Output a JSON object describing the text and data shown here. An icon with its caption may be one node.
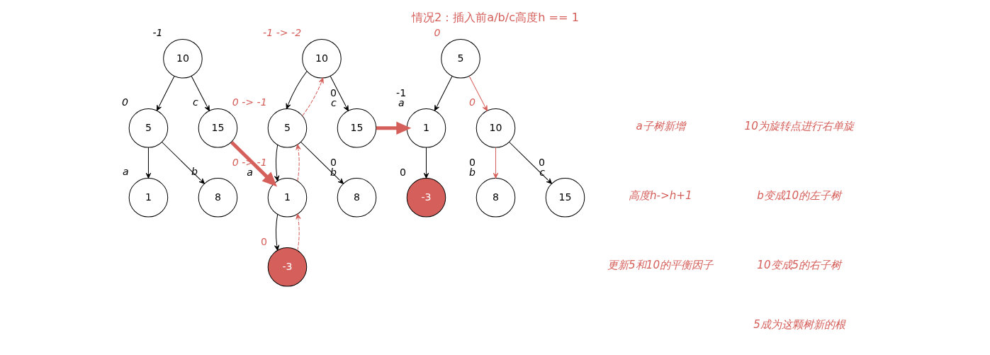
{
  "diagram": {
    "title": "情况2：插入前a/b/c高度h == 1",
    "nodes": [
      {
        "text": [
          "10"
        ],
        "beside": [
          "-1"
        ]
      },
      {
        "text": [
          "5"
        ],
        "beside": [
          "0"
        ]
      },
      {
        "text": [
          "15"
        ],
        "beside": [
          "c"
        ]
      },
      {
        "text": [
          "1"
        ],
        "beside": [
          "a"
        ]
      },
      {
        "text": [
          "8"
        ],
        "beside": [
          "b"
        ]
      },
      {
        "text": [
          "10"
        ],
        "beside": [
          "-1 -> -2"
        ]
      },
      {
        "text": [
          "5"
        ],
        "beside": [
          "0 -> -1"
        ]
      },
      {
        "text": [
          "15"
        ],
        "beside": [
          "0",
          "c"
        ]
      },
      {
        "text": [
          "1"
        ],
        "beside": [
          "0 -> -1",
          "a"
        ]
      },
      {
        "text": [
          "8"
        ],
        "beside": [
          "0",
          "b"
        ]
      },
      {
        "text": [
          "-3"
        ],
        "beside": [
          "0"
        ]
      },
      {
        "text": [
          "5"
        ],
        "beside": [
          "0"
        ]
      },
      {
        "text": [
          "1"
        ],
        "beside": [
          "-1",
          "a"
        ]
      },
      {
        "text": [
          "10"
        ],
        "beside": [
          "0"
        ]
      },
      {
        "text": [
          "-3"
        ],
        "beside": [
          "0"
        ]
      },
      {
        "text": [
          "8"
        ],
        "beside": [
          "0",
          "b"
        ]
      },
      {
        "text": [
          "15"
        ],
        "beside": [
          "0",
          "c"
        ]
      }
    ],
    "edges": [
      {
        "from": 0,
        "to": 1,
        "arrow": "to"
      },
      {
        "from": 0,
        "to": 2,
        "arrow": "to"
      },
      {
        "from": 1,
        "to": 3,
        "arrow": "to"
      },
      {
        "from": 1,
        "to": 4,
        "arrow": "to"
      },
      {
        "from": 2,
        "to": 8,
        "arrow": "to",
        "style": "thick",
        "color": "#d55f5a"
      },
      {
        "from": 5,
        "to": 6,
        "arrow": "to"
      },
      {
        "from": 5,
        "to": 7,
        "arrow": "to"
      },
      {
        "from": 6,
        "to": 8,
        "arrow": "to"
      },
      {
        "from": 6,
        "to": 9,
        "arrow": "to"
      },
      {
        "from": 8,
        "to": 10,
        "arrow": "to"
      },
      {
        "from": 10,
        "to": 8,
        "arrow": "to",
        "style": "dashed",
        "color": "#d55f5a"
      },
      {
        "from": 8,
        "to": 6,
        "arrow": "to",
        "style": "dashed",
        "color": "#d55f5a"
      },
      {
        "from": 6,
        "to": 5,
        "arrow": "to",
        "style": "dashed",
        "color": "#d55f5a"
      },
      {
        "from": 7,
        "to": 12,
        "arrow": "to",
        "style": "thick",
        "color": "#d55f5a"
      },
      {
        "from": 11,
        "to": 12,
        "arrow": "to"
      },
      {
        "from": 11,
        "to": 13,
        "arrow": "to",
        "color": "#d55f5a"
      },
      {
        "from": 12,
        "to": 14,
        "arrow": "to"
      },
      {
        "from": 13,
        "to": 15,
        "arrow": "to",
        "color": "#d55f5a"
      },
      {
        "from": 13,
        "to": 16,
        "arrow": "to"
      }
    ],
    "labels": [
      "a子树新增",
      "高度h->h+1",
      "更新5和10的平衡因子",
      "10为旋转点进行右单旋",
      "b变成10的左子树",
      "10变成5的右子树",
      "5成为这颗树新的根"
    ]
  }
}
